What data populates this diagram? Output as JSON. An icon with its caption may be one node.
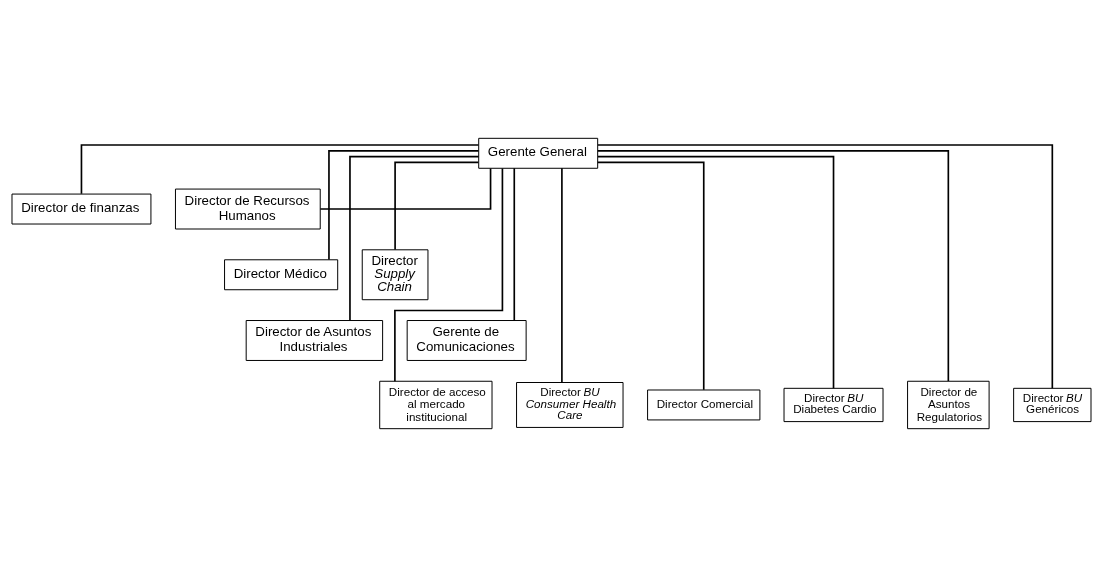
{
  "diagram": {
    "nodes": [
      {
        "text": [
          "Gerente General"
        ]
      },
      {
        "text": [
          "Director de finanzas"
        ]
      },
      {
        "text": [
          "Director de Recursos Humanos"
        ]
      },
      {
        "text": [
          "Director Médico"
        ]
      },
      {
        "text": [
          "Director *Supply Chain*"
        ]
      },
      {
        "text": [
          "Director de Asuntos Industriales"
        ]
      },
      {
        "text": [
          "Gerente de Comunicaciones"
        ]
      },
      {
        "text": [
          "Director de acceso al mercado institucional"
        ]
      },
      {
        "text": [
          "Director *BU Consumer Health Care*"
        ]
      },
      {
        "text": [
          "Director Comercial"
        ]
      },
      {
        "text": [
          "Director *BU* Diabetes Cardio"
        ]
      },
      {
        "text": [
          "Director de Asuntos Regulatorios"
        ]
      },
      {
        "text": [
          "Director *BU* Genéricos"
        ]
      }
    ],
    "edges": [
      {
        "from": 0,
        "to": 1,
        "arrow": "none"
      },
      {
        "from": 0,
        "to": 2,
        "arrow": "none"
      },
      {
        "from": 0,
        "to": 3,
        "arrow": "none"
      },
      {
        "from": 0,
        "to": 4,
        "arrow": "none"
      },
      {
        "from": 0,
        "to": 5,
        "arrow": "none"
      },
      {
        "from": 0,
        "to": 6,
        "arrow": "none"
      },
      {
        "from": 0,
        "to": 7,
        "arrow": "none"
      },
      {
        "from": 0,
        "to": 8,
        "arrow": "none"
      },
      {
        "from": 0,
        "to": 9,
        "arrow": "none"
      },
      {
        "from": 0,
        "to": 10,
        "arrow": "none"
      },
      {
        "from": 0,
        "to": 11,
        "arrow": "none"
      },
      {
        "from": 0,
        "to": 12,
        "arrow": "none"
      }
    ]
  }
}
